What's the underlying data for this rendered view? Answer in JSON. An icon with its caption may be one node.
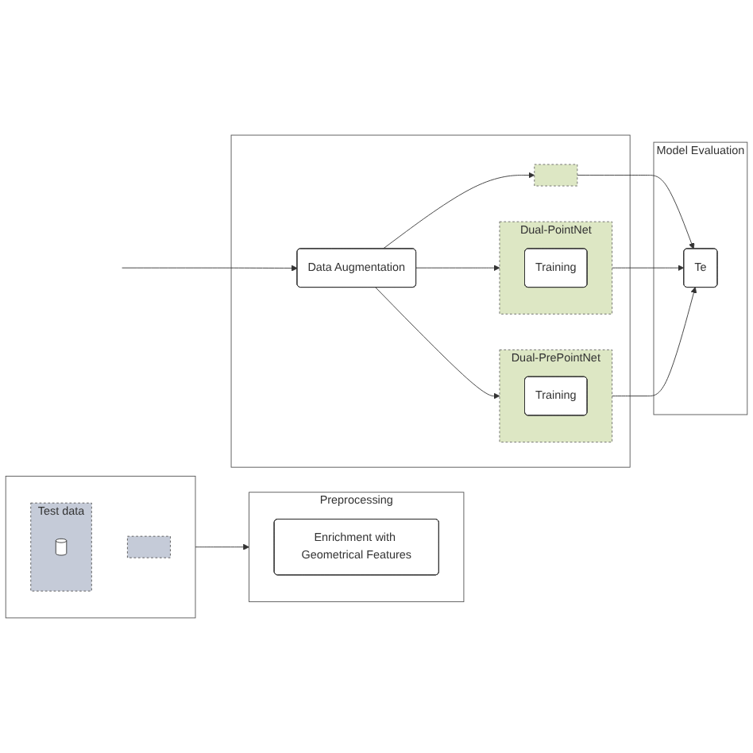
{
  "diagram": {
    "nodes": [
      {
        "text": [],
        "shape": "box"
      },
      {
        "text": [],
        "shape": "box",
        "in": 0
      },
      {
        "text": [
          "Test data"
        ],
        "in": 0
      },
      {
        "text": [],
        "shape": "cylinder",
        "in": 2
      },
      {
        "text": [
          "Preprocessing"
        ]
      },
      {
        "text": [
          "Enrichment with Geometrical Features"
        ],
        "in": 4
      },
      {
        "text": [],
        "shape": "box"
      },
      {
        "text": [
          "Data Augmentation"
        ],
        "in": 6
      },
      {
        "text": [],
        "shape": "box",
        "in": 6
      },
      {
        "text": [
          "Dual-PointNet"
        ],
        "in": 6
      },
      {
        "text": [
          "Training"
        ],
        "in": 9
      },
      {
        "text": [
          "Dual-PrePointNet"
        ],
        "in": 6
      },
      {
        "text": [
          "Training"
        ],
        "in": 11
      },
      {
        "text": [
          "Model Evaluation"
        ]
      },
      {
        "text": [
          "Te"
        ],
        "in": 13
      }
    ],
    "edges": [
      {
        "from": 0,
        "to": 4,
        "arrow": "to"
      },
      {
        "from": null,
        "to": 7,
        "arrow": "to"
      },
      {
        "from": 7,
        "to": 8,
        "arrow": "to"
      },
      {
        "from": 7,
        "to": 9,
        "arrow": "to"
      },
      {
        "from": 7,
        "to": 11,
        "arrow": "to"
      },
      {
        "from": 8,
        "to": 14,
        "arrow": "to"
      },
      {
        "from": 9,
        "to": 14,
        "arrow": "to"
      },
      {
        "from": 11,
        "to": 14,
        "arrow": "to"
      }
    ]
  }
}
